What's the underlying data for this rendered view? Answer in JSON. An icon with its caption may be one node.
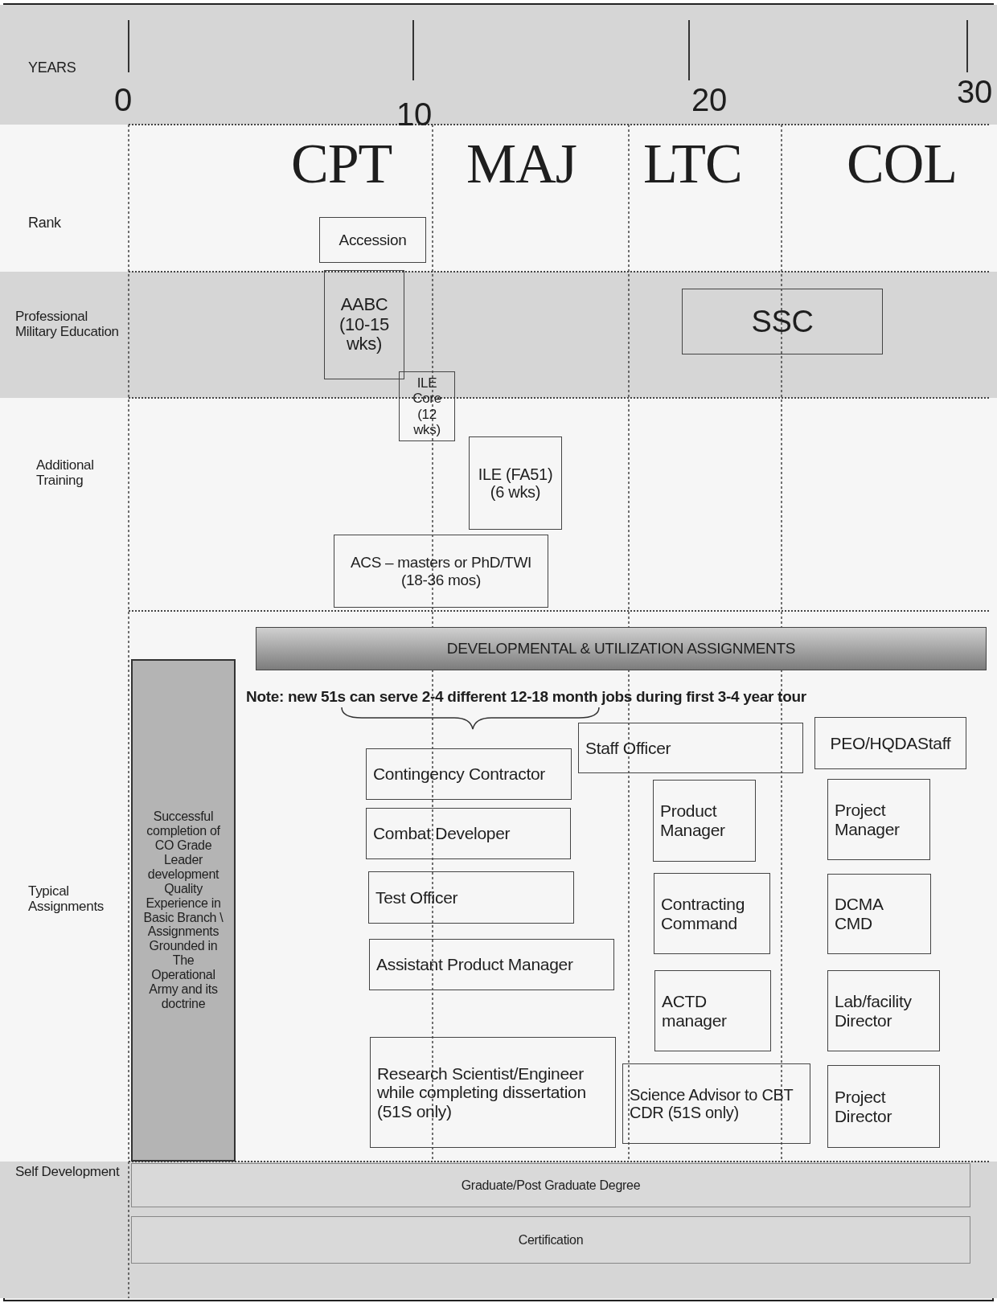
{
  "diagram": {
    "nodes": [
      {
        "text": [
          "Accession"
        ]
      },
      {
        "text": [
          "AABC (10-15 wks)"
        ]
      },
      {
        "text": [
          "SSC"
        ]
      },
      {
        "text": [
          "ILE Core (12 wks)"
        ]
      },
      {
        "text": [
          "ILE (FA51)(6 wks)"
        ]
      },
      {
        "text": [
          "ACS – masters or PhD/TWI (18-36 mos)"
        ]
      },
      {
        "text": [
          "DEVELOPMENTAL & UTILIZATION ASSIGNMENTS"
        ]
      },
      {
        "text": [
          "Successful completion of CO Grade Leader development Quality Experience in Basic Branch \\ Assignments Grounded in The Operational Army and its doctrine"
        ]
      },
      {
        "text": [
          "Staff Officer"
        ]
      },
      {
        "text": [
          "PEO/HQDAStaff"
        ]
      },
      {
        "text": [
          "Contingency Contractor"
        ]
      },
      {
        "text": [
          "Combat Developer"
        ]
      },
      {
        "text": [
          "Product Manager"
        ]
      },
      {
        "text": [
          "Project Manager"
        ]
      },
      {
        "text": [
          "Test Officer"
        ]
      },
      {
        "text": [
          "Contracting Command"
        ]
      },
      {
        "text": [
          "DCMA CMD"
        ]
      },
      {
        "text": [
          "Assistant Product Manager"
        ]
      },
      {
        "text": [
          "ACTD manager"
        ]
      },
      {
        "text": [
          "Lab/facility Director"
        ]
      },
      {
        "text": [
          "Research Scientist/Engineer while completing dissertation (51S only)"
        ]
      },
      {
        "text": [
          "Science Advisor to CBT CDR (51S only)"
        ]
      },
      {
        "text": [
          "Project Director"
        ]
      },
      {
        "text": [
          "Graduate/Post Graduate Degree"
        ]
      },
      {
        "text": [
          "Certification"
        ]
      }
    ],
    "labels": [
      "YEARS",
      "0",
      "10",
      "20",
      "30",
      "Rank",
      "CPT",
      "MAJ",
      "LTC",
      "COL",
      "Professional Military Education",
      "Additional Training",
      "Note: new 51s can serve 2-4 different 12-18 month jobs during first 3-4 year tour",
      "Typical Assignments",
      "Self Development"
    ]
  }
}
